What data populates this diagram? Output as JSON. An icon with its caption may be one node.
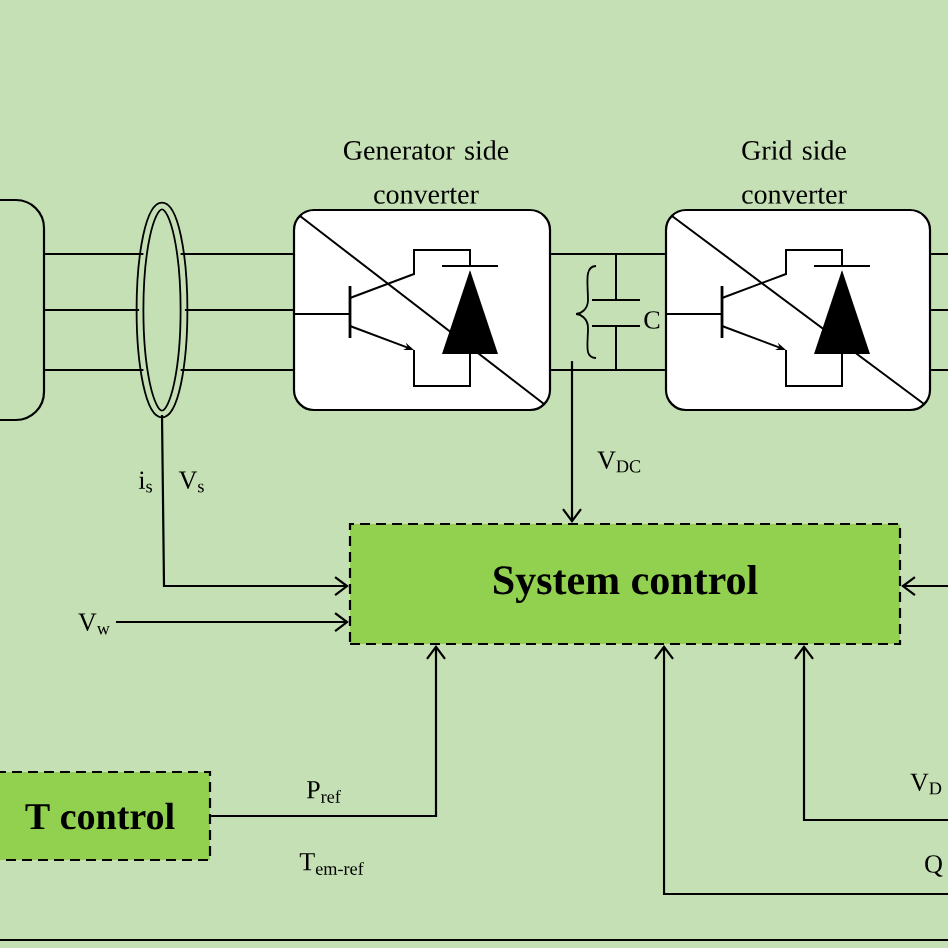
{
  "diagram": {
    "nodes": [
      {
        "text": [],
        "shape": "box"
      },
      {
        "text": [],
        "shape": "circle"
      },
      {
        "text": [
          "Generator side converter"
        ]
      },
      {
        "text": [
          "Grid side converter"
        ]
      },
      {
        "text": [
          "System control"
        ]
      },
      {
        "text": [
          "T control"
        ]
      },
      {
        "text": [
          "C"
        ]
      }
    ],
    "edges": [
      {
        "from": 0,
        "to": 1,
        "arrow": "none"
      },
      {
        "from": 0,
        "to": 1,
        "arrow": "none"
      },
      {
        "from": 0,
        "to": 1,
        "arrow": "none"
      },
      {
        "from": 1,
        "to": 2,
        "arrow": "none"
      },
      {
        "from": 1,
        "to": 2,
        "arrow": "none"
      },
      {
        "from": 1,
        "to": 2,
        "arrow": "none"
      },
      {
        "from": 1,
        "to": 4,
        "arrow": "to"
      },
      {
        "from": 2,
        "to": 3,
        "arrow": "none"
      },
      {
        "from": 3,
        "to": null,
        "arrow": "none"
      },
      {
        "from": 6,
        "to": 4,
        "arrow": "to",
        "label": "V$_{DC}$"
      },
      {
        "from": null,
        "to": 4,
        "arrow": "to",
        "label": "V$_{w}$"
      },
      {
        "from": null,
        "to": 4,
        "arrow": "to"
      },
      {
        "from": 5,
        "to": 4,
        "arrow": "to",
        "label": "P$_{ref}$"
      },
      {
        "from": null,
        "to": 4,
        "arrow": "to",
        "label": "V$_{D}$"
      },
      {
        "from": null,
        "to": 4,
        "arrow": "to",
        "label": "Q"
      }
    ],
    "labels": [
      "i$_{s}$",
      "V$_{s}$",
      "T$_{em-ref}$"
    ]
  }
}
